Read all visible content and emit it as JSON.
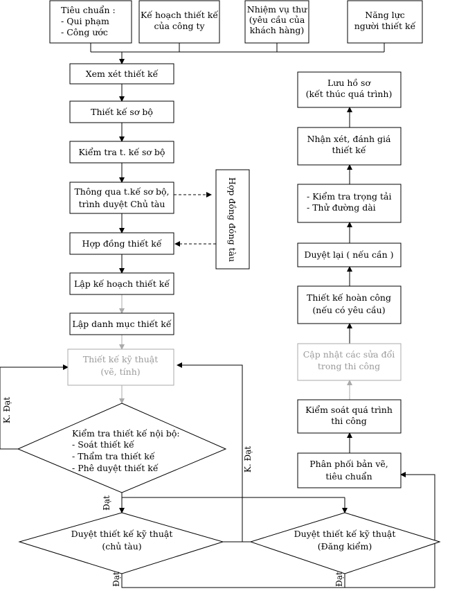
{
  "inputs": {
    "standards": [
      "Tiêu chuẩn :",
      "-  Qui phạm",
      "-  Công ước"
    ],
    "company_plan": [
      "Kế hoạch thiết kế",
      "của công ty"
    ],
    "mission": [
      "Nhiệm vụ thư",
      "(yêu cầu của",
      "khách hàng)"
    ],
    "capability": [
      "Năng lực",
      "người thiết kế"
    ]
  },
  "left_flow": {
    "review": "Xem xét thiết kế",
    "preliminary": "Thiết kế sơ bộ",
    "check_preliminary": "Kiểm tra t. kế sơ bộ",
    "approve_preliminary": [
      "Thông qua t.kế sơ bộ,",
      "trình duyệt  Chủ tàu"
    ],
    "design_contract": "Hợp đồng thiết kế",
    "plan": "Lập kế hoạch thiết kế",
    "list": "Lập danh mục thiết kế",
    "technical": [
      "Thiết kế kỹ thuật",
      "(vẽ, tính)"
    ]
  },
  "ship_contract": "Hợp đồng đóng tàu",
  "decisions": {
    "internal_check": [
      "Kiểm tra thiết kế nội bộ:",
      "-  Soát thiết kế",
      "-  Thẩm tra thiết kế",
      "-  Phê duyệt thiết kế"
    ],
    "owner_approval": [
      "Duyệt thiết kế kỹ thuật",
      "(chủ tàu)"
    ],
    "registry_approval": [
      "Duyệt thiết kế kỹ thuật",
      "(Đăng kiểm)"
    ]
  },
  "labels": {
    "not_pass": "K. Đạt",
    "pass": "Đạt"
  },
  "right_flow": {
    "distribute": [
      "Phân phối bản vẽ,",
      "tiêu chuẩn"
    ],
    "control": [
      "Kiểm soát quá trình",
      "thi công"
    ],
    "update": [
      "Cập nhật các sửa đổi",
      "trong thi công"
    ],
    "as_built": [
      "Thiết kế hoàn công",
      "(nếu có yêu cầu)"
    ],
    "re_approve": "Duyệt lại ( nếu cần )",
    "tests": [
      "- Kiểm tra trọng tải",
      "- Thử đường dài"
    ],
    "evaluate": [
      "Nhận xét, đánh giá",
      "thiết kế"
    ],
    "archive": [
      "Lưu hồ sơ",
      "(kết thúc quá trình)"
    ]
  }
}
